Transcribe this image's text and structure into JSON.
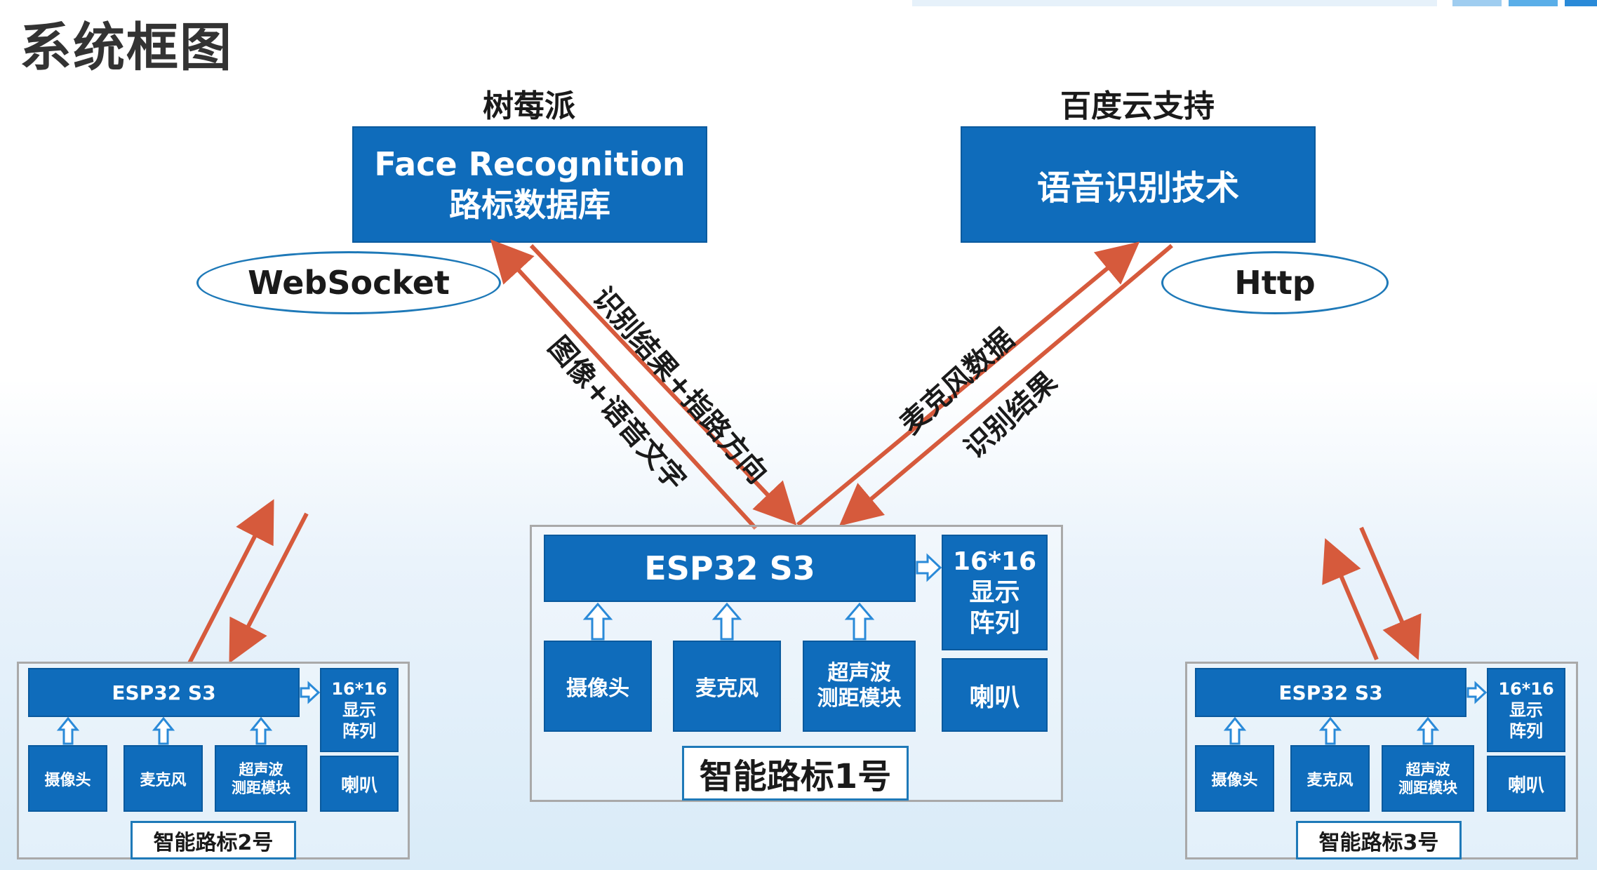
{
  "title": "系统框图",
  "colors": {
    "box_blue": "#0f6cbb",
    "arrow_red": "#d65a3c",
    "hollow_arrow": "#2a8ad8",
    "frame_gray": "#a9a9a9"
  },
  "server_left": {
    "caption": "树莓派",
    "line1": "Face Recognition",
    "line2": "路标数据库",
    "protocol": "WebSocket"
  },
  "server_right": {
    "caption": "百度云支持",
    "line1": "语音识别技术",
    "protocol": "Http"
  },
  "arrow_labels": {
    "image_voice": "图像+语音文字",
    "recog_direction": "识别结果+指路方向",
    "mic_data": "麦克风数据",
    "recog_result": "识别结果"
  },
  "node_main": {
    "mcu": "ESP32 S3",
    "display": "16*16\n显示\n阵列",
    "camera": "摄像头",
    "mic": "麦克风",
    "ultrasonic": "超声波\n测距模块",
    "speaker": "喇叭",
    "name": "智能路标1号"
  },
  "node_left": {
    "mcu": "ESP32 S3",
    "display": "16*16\n显示\n阵列",
    "camera": "摄像头",
    "mic": "麦克风",
    "ultrasonic": "超声波\n测距模块",
    "speaker": "喇叭",
    "name": "智能路标2号"
  },
  "node_right": {
    "mcu": "ESP32 S3",
    "display": "16*16\n显示\n阵列",
    "camera": "摄像头",
    "mic": "麦克风",
    "ultrasonic": "超声波\n测距模块",
    "speaker": "喇叭",
    "name": "智能路标3号"
  }
}
